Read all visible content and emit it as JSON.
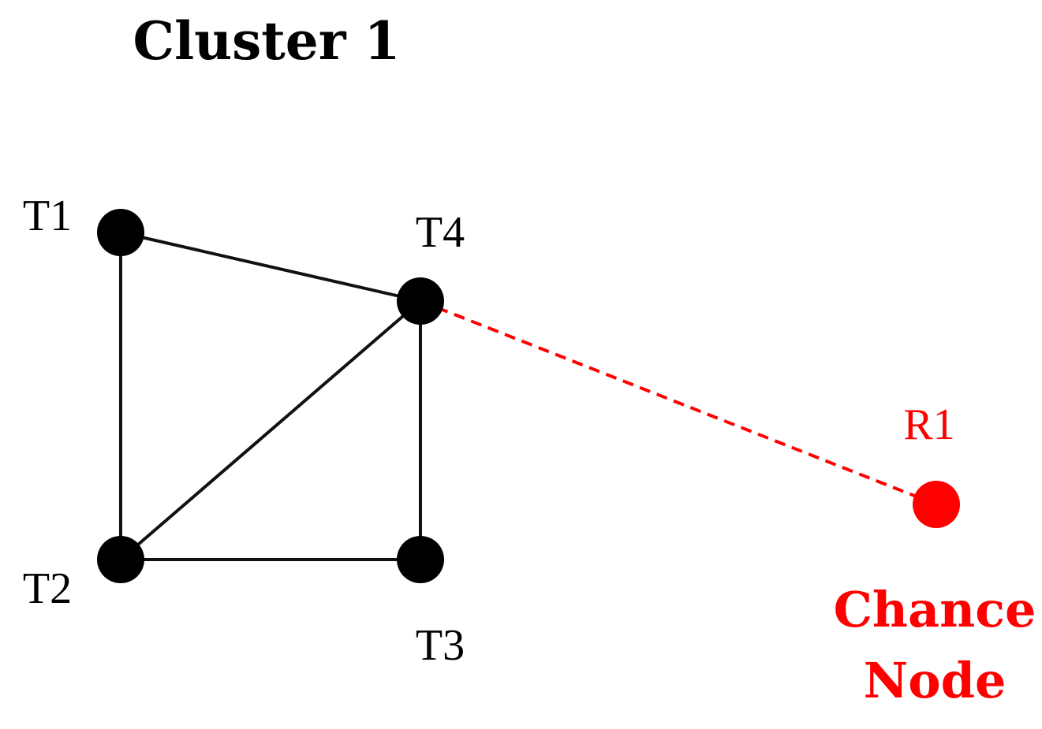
{
  "title": "Cluster 1",
  "colors": {
    "trusted": "#000000",
    "chance": "#ff0000"
  },
  "nodes": [
    {
      "id": "T1",
      "label": "T1",
      "kind": "trusted"
    },
    {
      "id": "T2",
      "label": "T2",
      "kind": "trusted"
    },
    {
      "id": "T3",
      "label": "T3",
      "kind": "trusted"
    },
    {
      "id": "T4",
      "label": "T4",
      "kind": "trusted"
    },
    {
      "id": "R1",
      "label": "R1",
      "kind": "chance"
    }
  ],
  "edges": [
    {
      "from": "T1",
      "to": "T4",
      "style": "solid"
    },
    {
      "from": "T1",
      "to": "T2",
      "style": "solid"
    },
    {
      "from": "T2",
      "to": "T4",
      "style": "solid"
    },
    {
      "from": "T2",
      "to": "T3",
      "style": "solid"
    },
    {
      "from": "T3",
      "to": "T4",
      "style": "solid"
    },
    {
      "from": "T4",
      "to": "R1",
      "style": "dashed"
    }
  ],
  "chance_node": {
    "line1": "Chance",
    "line2": "Node"
  }
}
